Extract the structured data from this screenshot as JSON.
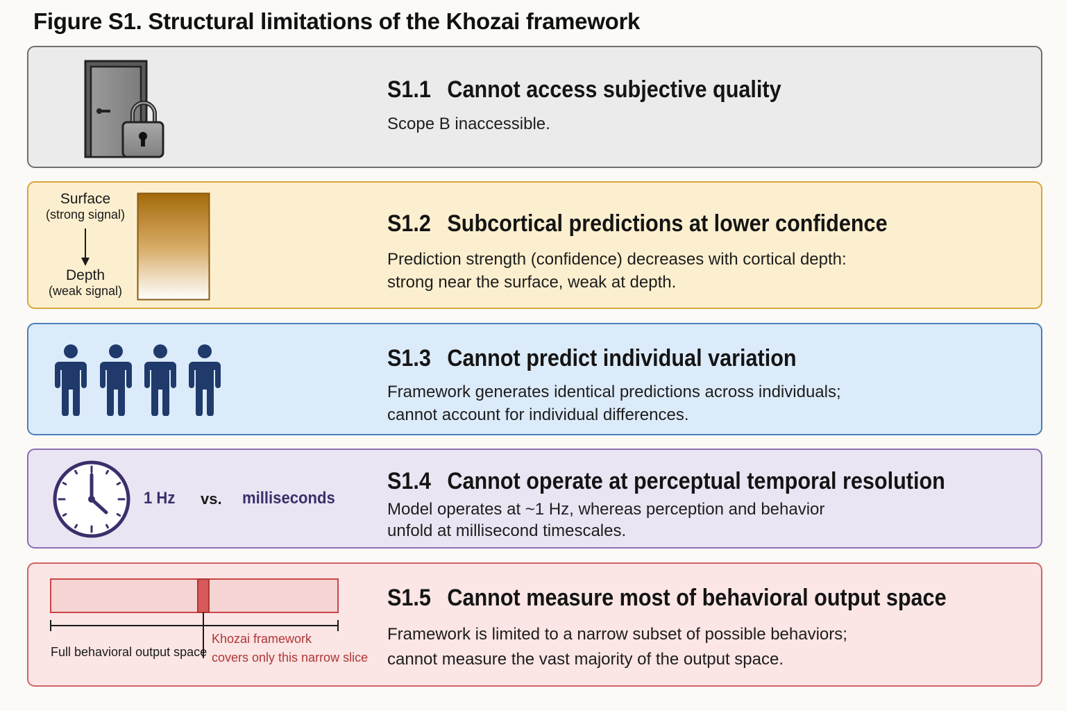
{
  "title": "Figure S1.  Structural limitations of the Khozai framework",
  "colors": {
    "panel1_border": "#6e6e6e",
    "panel2_border": "#d8a63b",
    "panel3_border": "#4a7fba",
    "panel4_border": "#8c6db5",
    "panel5_border": "#d06464",
    "people": "#1f3a6b",
    "clock": "#3b2f6b",
    "slice": "#d65a5a"
  },
  "panels": [
    {
      "id": "S1.1",
      "heading": "Cannot access subjective quality",
      "desc_lines": [
        "Scope B inaccessible."
      ],
      "icon": "door-lock-icon"
    },
    {
      "id": "S1.2",
      "heading": "Subcortical predictions at lower confidence",
      "desc_lines": [
        "Prediction strength (confidence) decreases with cortical depth:",
        "strong near the surface, weak at depth."
      ],
      "icon": "depth-gradient-icon",
      "top_label": "Surface",
      "top_sub": "(strong signal)",
      "bottom_label": "Depth",
      "bottom_sub": "(weak signal)"
    },
    {
      "id": "S1.3",
      "heading": "Cannot predict individual variation",
      "desc_lines": [
        "Framework generates identical predictions across individuals;",
        "cannot account for individual differences."
      ],
      "icon": "person-icon",
      "person_count": 4
    },
    {
      "id": "S1.4",
      "heading": "Cannot operate at perceptual temporal resolution",
      "desc_lines": [
        "Model operates at ~1 Hz, whereas perception and behavior",
        "unfold at millisecond timescales."
      ],
      "icon": "clock-icon",
      "left_value": "1 Hz",
      "vs_label": "vs.",
      "right_value": "milliseconds"
    },
    {
      "id": "S1.5",
      "heading": "Cannot measure most of behavioral output space",
      "desc_lines": [
        "Framework is limited to a narrow subset of possible behaviors;",
        "cannot measure the vast majority of the output space."
      ],
      "icon": "output-space-bar-icon",
      "full_label": "Full behavioral output space",
      "slice_label_1": "Khozai framework",
      "slice_label_2": "covers only this narrow slice"
    }
  ]
}
